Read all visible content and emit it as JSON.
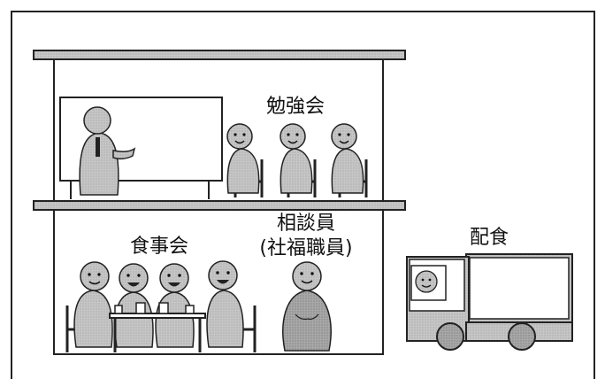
{
  "labels": {
    "study_meeting": "勉強会",
    "dining_meeting": "食事会",
    "counselor_line1": "相談員",
    "counselor_line2": "(社福職員)",
    "meal_delivery": "配食"
  }
}
